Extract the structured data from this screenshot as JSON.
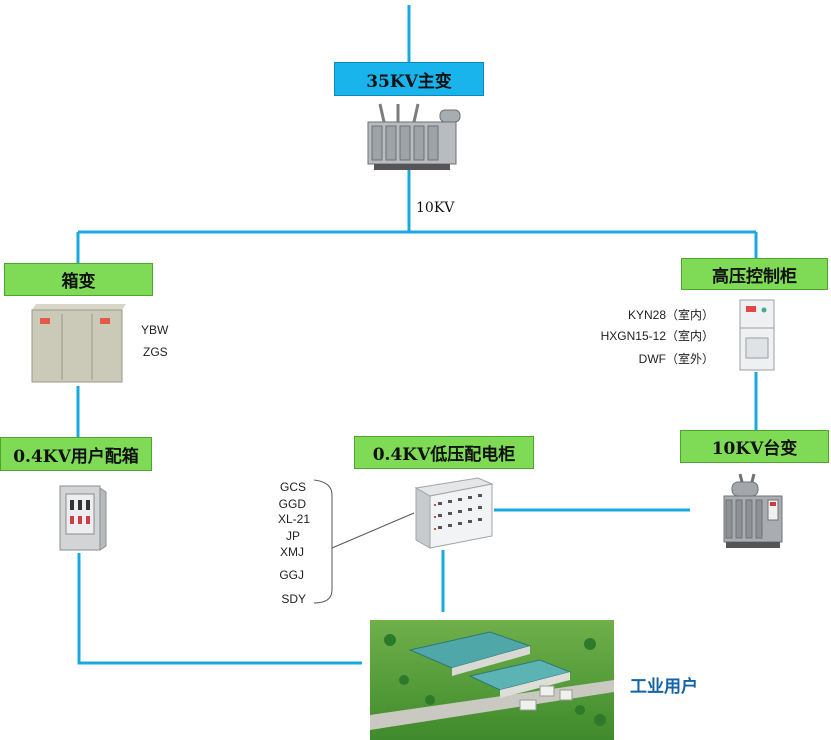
{
  "nodes": {
    "main_transformer": "35KV主变",
    "box_substation": "箱变",
    "hv_cabinet": "高压控制柜",
    "user_box": "0.4KV用户配箱",
    "lv_cabinet": "0.4KV低压配电柜",
    "transformer_10kv": "10KV台变"
  },
  "edge_labels": {
    "bus_voltage": "10KV"
  },
  "box_sub_models": [
    "YBW",
    "ZGS"
  ],
  "hv_models": [
    "KYN28（室内）",
    "HXGN15-12（室内）",
    "DWF（室外）"
  ],
  "lv_models": [
    "GCS",
    "GGD",
    "XL-21",
    "JP",
    "XMJ",
    "GGJ",
    "SDY"
  ],
  "industrial_user": "工业用户",
  "colors": {
    "line": "#1aa8e0",
    "title_blue": "#19b4ec",
    "title_green": "#7fdb56",
    "user_text": "#1463a8"
  }
}
